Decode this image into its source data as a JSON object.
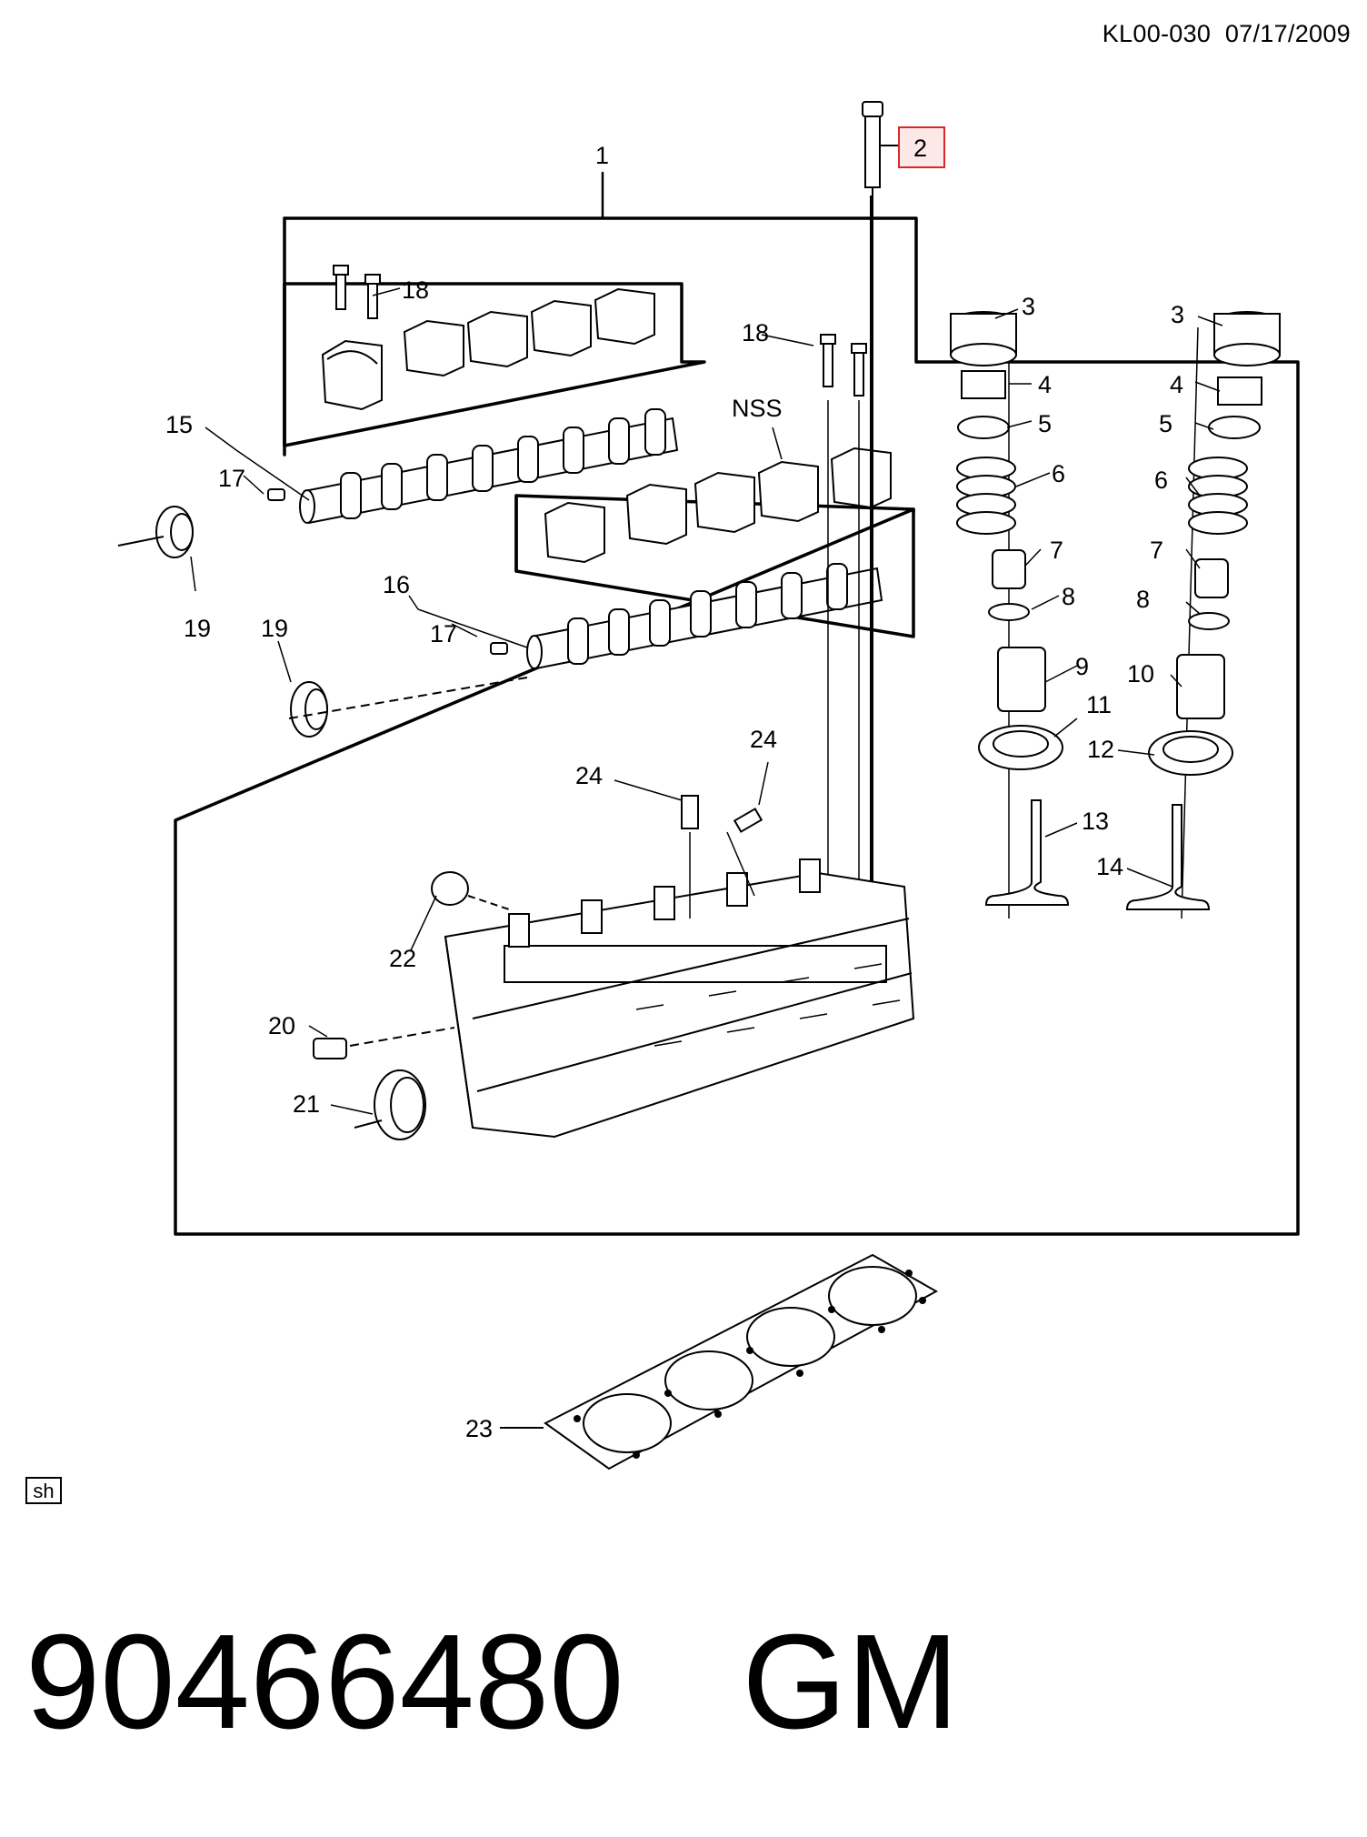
{
  "header": {
    "ref": "KL00-030",
    "date": "07/17/2009"
  },
  "badge": "sh",
  "part": {
    "number": "90466480",
    "brand": "GM"
  },
  "accent": "#d62828",
  "callouts": {
    "c1": "1",
    "c2": "2",
    "c3a": "3",
    "c3b": "3",
    "c4a": "4",
    "c4b": "4",
    "c5a": "5",
    "c5b": "5",
    "c6a": "6",
    "c6b": "6",
    "c7a": "7",
    "c7b": "7",
    "c8a": "8",
    "c8b": "8",
    "c9": "9",
    "c10": "10",
    "c11": "11",
    "c12": "12",
    "c13": "13",
    "c14": "14",
    "c15": "15",
    "c16": "16",
    "c17a": "17",
    "c17b": "17",
    "c18a": "18",
    "c18b": "18",
    "c19a": "19",
    "c19b": "19",
    "c20": "20",
    "c21": "21",
    "c22": "22",
    "c23": "23",
    "c24a": "24",
    "c24b": "24",
    "nss": "NSS"
  }
}
